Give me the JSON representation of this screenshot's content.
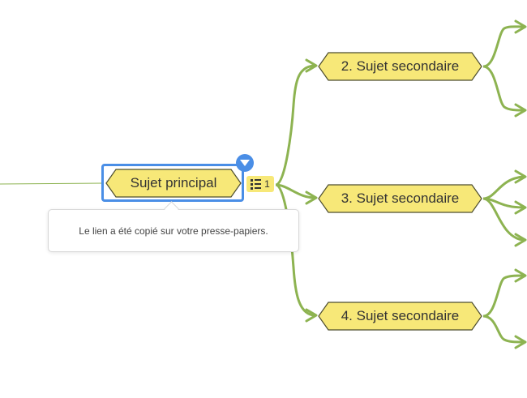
{
  "mindmap": {
    "main_topic": {
      "label": "Sujet principal",
      "notes_count": "1",
      "notes_icon": "list-icon",
      "collapse_icon": "chevron-down-icon"
    },
    "subtopics": [
      {
        "label": "2. Sujet secondaire"
      },
      {
        "label": "3. Sujet secondaire"
      },
      {
        "label": "4. Sujet secondaire"
      }
    ]
  },
  "tooltip": {
    "message": "Le lien a été copié sur votre presse-papiers."
  },
  "colors": {
    "node_fill": "#f7e878",
    "node_stroke": "#4d4d2e",
    "connector": "#8db351",
    "selection": "#4a8ee6"
  }
}
